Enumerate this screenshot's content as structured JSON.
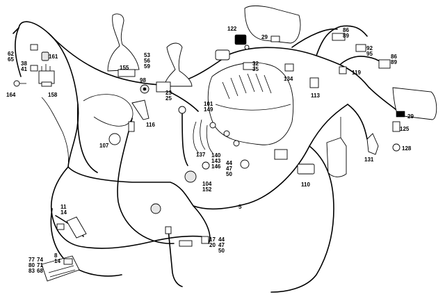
{
  "labels": {
    "p62_65": "62\n65",
    "p161": "161",
    "p38_41": "38\n41",
    "p164": "164",
    "p158": "158",
    "p155": "155",
    "p53_56_59": "53\n56\n59",
    "p98": "98",
    "p23_25": "23\n25",
    "p116": "116",
    "p107": "107",
    "p101_149": "101\n149",
    "p122": "122",
    "p29a": "29",
    "p32_35": "32\n35",
    "p134": "134",
    "p113": "113",
    "p86_89a": "86\n89",
    "p92_95": "92\n95",
    "p86_89b": "86\n89",
    "p119": "119",
    "p29b": "29",
    "p125": "125",
    "p128": "128",
    "p131": "131",
    "p137": "137",
    "p140_143_146": "140\n143\n146",
    "p44_47_50a": "44\n47\n50",
    "p104_152": "104\n152",
    "p110": "110",
    "p5": "5",
    "p11_14a": "11\n14",
    "p17_20": "17\n20",
    "p44_47_50b": "44\n47\n50",
    "p77_80_83": "77\n80\n83",
    "p74_71_68": "74\n71\n68",
    "p8_14": "8\n14"
  }
}
